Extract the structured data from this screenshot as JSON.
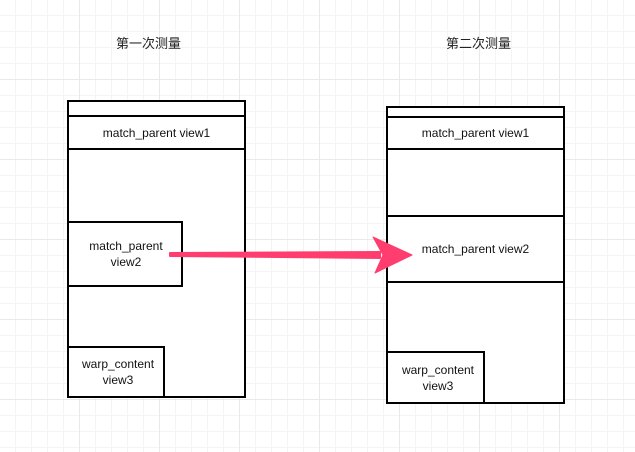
{
  "titles": {
    "first": "第一次测量",
    "second": "第二次测量"
  },
  "left": {
    "view1": "match_parent view1",
    "view2": "match_parent view2",
    "view3": "warp_content view3"
  },
  "right": {
    "view1": "match_parent view1",
    "view2": "match_parent view2",
    "view3": "warp_content view3"
  },
  "colors": {
    "arrow": "#ff3d6e",
    "border": "#000000"
  }
}
